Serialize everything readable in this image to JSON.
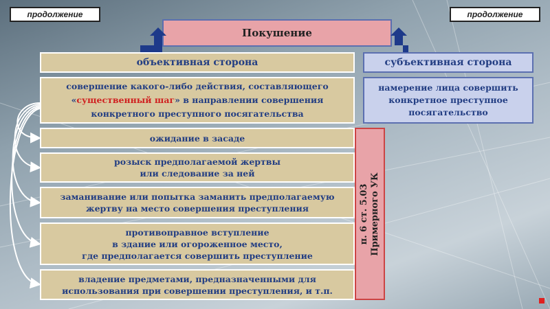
{
  "nav": {
    "left_label": "продолжение",
    "right_label": "продолжение"
  },
  "title": "Покушение",
  "objective": {
    "header": "объективная сторона",
    "desc_before": "совершение какого-либо действия, составляющего «",
    "desc_highlight": "существенный шаг",
    "desc_after": "» в направлении совершения конкретного преступного посягательства"
  },
  "subjective": {
    "header": "субъективная сторона",
    "desc": "намерение лица совершить конкретное преступное посягательство"
  },
  "examples": [
    {
      "line1": "ожидание в засаде",
      "line2": "",
      "line3": ""
    },
    {
      "line1": "розыск предполагаемой жертвы",
      "line2": "или следование за ней",
      "line3": ""
    },
    {
      "line1": "заманивание или попытка заманить предполагаемую",
      "line2": "жертву на место совершения преступления",
      "line3": ""
    },
    {
      "line1": "противоправное вступление",
      "line2": "в здание или огороженное место,",
      "line3": "где предполагается совершить преступление"
    },
    {
      "line1": "владение предметами, предназначенными для",
      "line2": "использования при совершении преступления, и т.п.",
      "line3": ""
    }
  ],
  "reference": {
    "line1": "п. 6 ст. 5.03",
    "line2": "Примерного УК"
  },
  "colors": {
    "beige": "#d8c9a0",
    "blue_text": "#233e83",
    "pink": "#e8a3a8",
    "lavender": "#c9d1ec",
    "highlight": "#d02020",
    "arrow_blue": "#1e3a8a"
  }
}
